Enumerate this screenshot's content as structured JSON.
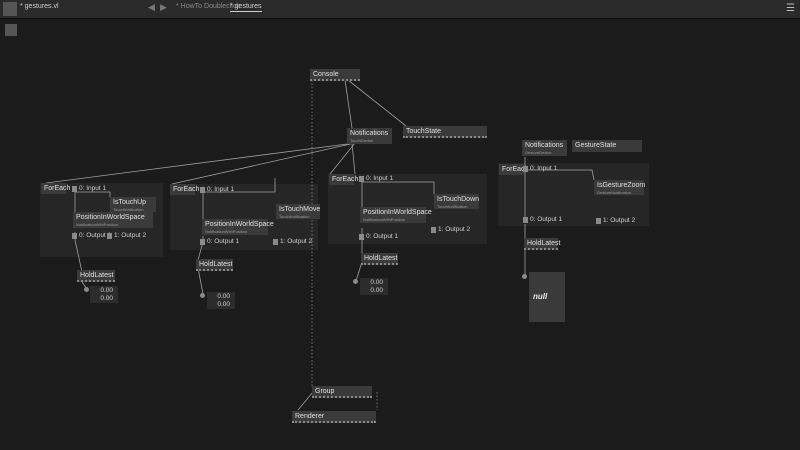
{
  "tabs": {
    "file": "* gestures.vl",
    "howto": "* HowTo Doubleclick",
    "gestures": "* gestures"
  },
  "icons": {
    "menu": "hamburger-icon",
    "back": "left-arrow-icon"
  },
  "colors": {
    "background": "#1b1b1b",
    "node": "#3a3a3a",
    "region": "#262626",
    "wire": "#a0a0a0"
  },
  "nodes": {
    "console": "Console",
    "notifications1": "Notifications",
    "notifications1_type": "TouchDevice",
    "touchstate": "TouchState",
    "notifications2": "Notifications",
    "notifications2_type": "GestureDevice",
    "gesturestate": "GestureState",
    "group": "Group",
    "renderer": "Renderer"
  },
  "region1": {
    "foreach": "ForEach",
    "input": "0:  Input 1",
    "touch": "IsTouchUp",
    "touch_type": "TouchNotification",
    "position": "PositionInWorldSpace",
    "position_type": "NotificationWithPosition",
    "out1": "0:  Output 1",
    "out2": "1:  Output 2",
    "hold": "HoldLatest",
    "val1": "0.00",
    "val2": "0.00"
  },
  "region2": {
    "foreach": "ForEach",
    "input": "0:  Input 1",
    "touch": "IsTouchMove",
    "touch_type": "TouchNotification",
    "position": "PositionInWorldSpace",
    "position_type": "NotificationWithPosition",
    "out1": "0:  Output 1",
    "out2": "1:  Output 2",
    "hold": "HoldLatest",
    "val1": "0.00",
    "val2": "0.00"
  },
  "region3": {
    "foreach": "ForEach",
    "input": "0:  Input 1",
    "touch": "IsTouchDown",
    "touch_type": "TouchNotification",
    "position": "PositionInWorldSpace",
    "position_type": "NotificationWithPosition",
    "out1": "0:  Output 1",
    "out2": "1:  Output 2",
    "hold": "HoldLatest",
    "val1": "0.00",
    "val2": "0.00"
  },
  "region4": {
    "foreach": "ForEach",
    "input": "0:  Input 1",
    "gesture": "IsGestureZoom",
    "gesture_type": "GestureNotification",
    "out1": "0:  Output 1",
    "out2": "1:  Output 2",
    "hold": "HoldLatest",
    "null_label": "null"
  }
}
